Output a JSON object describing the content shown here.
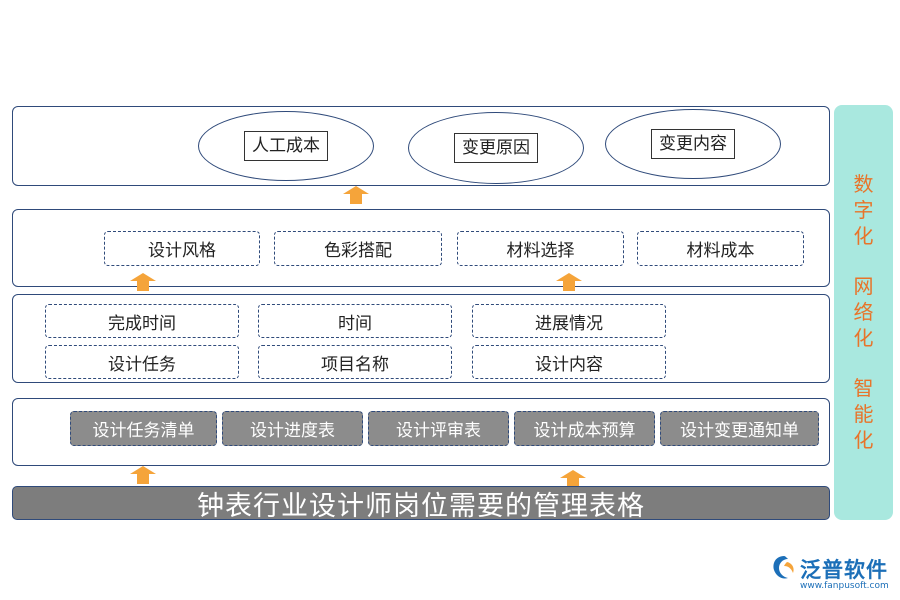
{
  "title": "钟表行业设计师岗位需要的管理表格",
  "top_layer": {
    "items": [
      "人工成本",
      "变更原因",
      "变更内容"
    ]
  },
  "layer_2": {
    "items": [
      "设计风格",
      "色彩搭配",
      "材料选择",
      "材料成本"
    ]
  },
  "layer_3": {
    "row1": [
      "完成时间",
      "时间",
      "进展情况"
    ],
    "row2": [
      "设计任务",
      "项目名称",
      "设计内容"
    ]
  },
  "layer_4": {
    "items": [
      "设计任务清单",
      "设计进度表",
      "设计评审表",
      "设计成本预算",
      "设计变更通知单"
    ]
  },
  "side_panel": {
    "items": [
      "数字化",
      "网络化",
      "智能化"
    ]
  },
  "logo": {
    "name": "泛普软件",
    "url": "www.fanpusoft.com"
  },
  "colors": {
    "border": "#2f4a7a",
    "arrow": "#f5a43a",
    "side_panel": "#a9e8df",
    "side_text": "#e8742a",
    "gray_box": "#8c8c8c"
  }
}
